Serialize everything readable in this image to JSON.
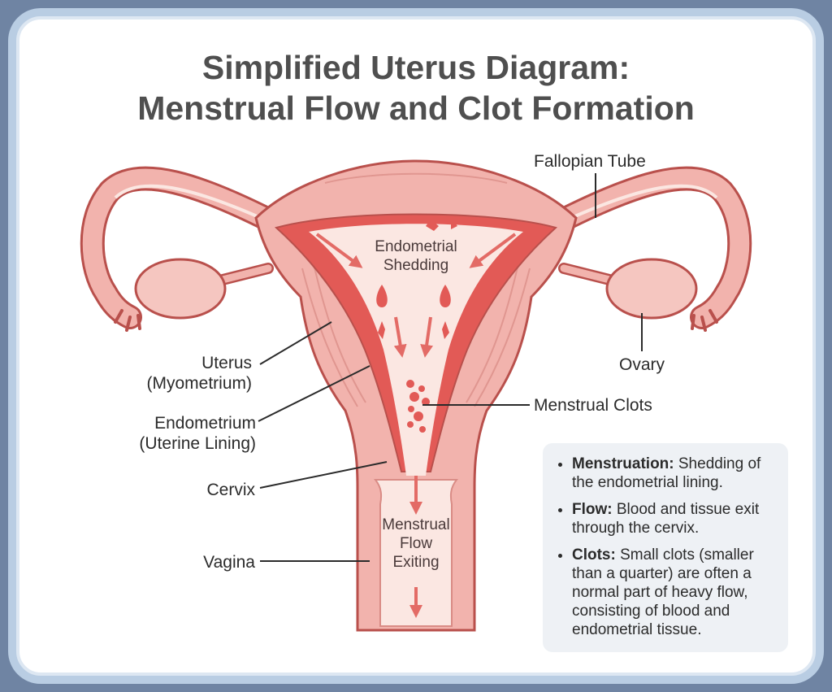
{
  "title": {
    "line1": "Simplified Uterus Diagram:",
    "line2": "Menstrual Flow and Clot Formation"
  },
  "labels": {
    "fallopian_tube": "Fallopian Tube",
    "ovary": "Ovary",
    "uterus_line1": "Uterus",
    "uterus_line2": "(Myometrium)",
    "endometrium_line1": "Endometrium",
    "endometrium_line2": "(Uterine Lining)",
    "cervix": "Cervix",
    "vagina": "Vagina",
    "menstrual_clots": "Menstrual Clots",
    "shedding_line1": "Endometrial",
    "shedding_line2": "Shedding",
    "flow_line1": "Menstrual",
    "flow_line2": "Flow",
    "flow_line3": "Exiting"
  },
  "info": [
    {
      "term": "Menstruation:",
      "text": " Shedding of the endometrial lining."
    },
    {
      "term": "Flow:",
      "text": " Blood and tissue exit through the cervix."
    },
    {
      "term": "Clots:",
      "text": " Small clots (smaller than a quarter) are often a normal part of heavy flow, consisting of blood and endometrial tissue."
    }
  ],
  "colors": {
    "background": "#6f84a3",
    "tissue": "#f2b3ad",
    "outline": "#b9504c",
    "lining": "#e25a56",
    "cavity": "#fbe7e2",
    "arrow": "#e36b66"
  }
}
